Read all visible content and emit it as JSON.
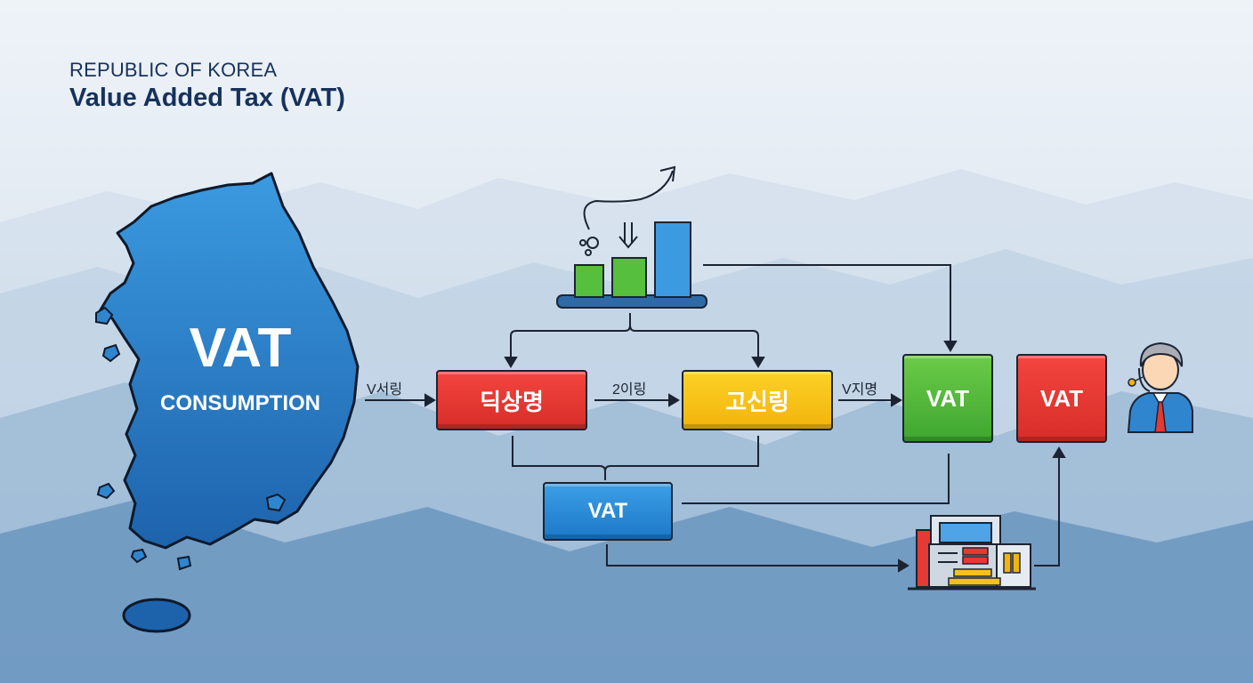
{
  "header": {
    "country": "REPUBLIC OF KOREA",
    "title": "Value Added Tax (VAT)"
  },
  "map": {
    "main_label": "VAT",
    "sub_label": "CONSUMPTION"
  },
  "flow": {
    "edge_1_label": "V서링",
    "edge_2_label": "2이링",
    "edge_3_label": "V지명",
    "box_red_label": "딕상명",
    "box_yellow_label": "고신링",
    "box_green_label": "VAT",
    "box_red_right_label": "VAT",
    "box_blue_label": "VAT"
  },
  "colors": {
    "red": "#e53a34",
    "yellow": "#f7c31a",
    "green": "#52b83c",
    "blue": "#2a8ad8",
    "map_blue": "#2f86cf",
    "title_navy": "#16325c"
  },
  "icons": [
    "bar-chart-icon",
    "trend-arrow-icon",
    "cash-register-icon",
    "person-avatar-icon"
  ]
}
